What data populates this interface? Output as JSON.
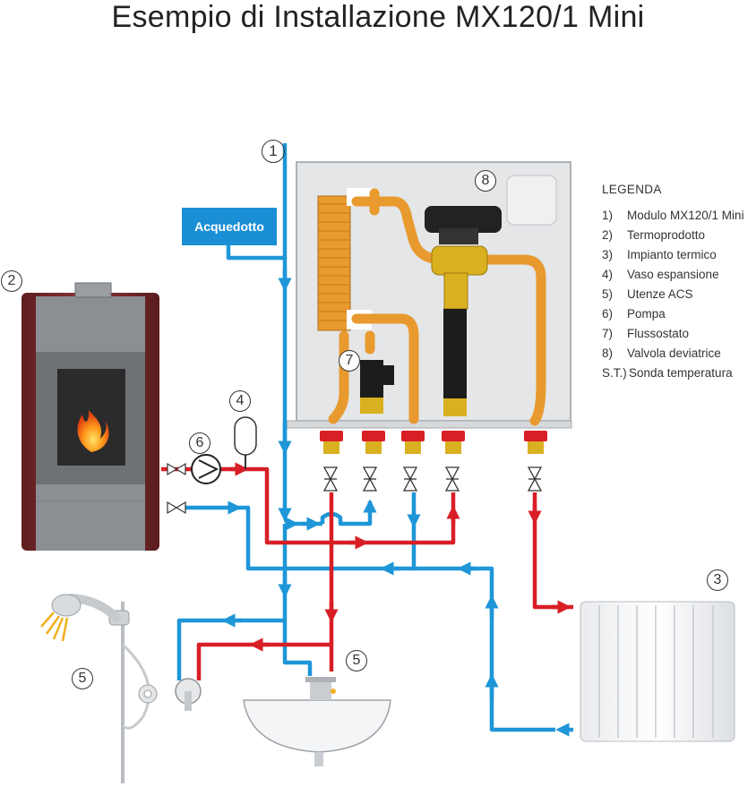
{
  "title": "Esempio di Installazione MX120/1 Mini",
  "acquedotto_label": "Acquedotto",
  "legend": {
    "heading": "LEGENDA",
    "items": [
      {
        "num": "1)",
        "label": "Modulo MX120/1 Mini"
      },
      {
        "num": "2)",
        "label": "Termoprodotto"
      },
      {
        "num": "3)",
        "label": "Impianto termico"
      },
      {
        "num": "4)",
        "label": "Vaso espansione"
      },
      {
        "num": "5)",
        "label": "Utenze ACS"
      },
      {
        "num": "6)",
        "label": "Pompa"
      },
      {
        "num": "7)",
        "label": "Flussostato"
      },
      {
        "num": "8)",
        "label": "Valvola deviatrice"
      },
      {
        "num": "S.T.)",
        "label": "Sonda temperatura"
      }
    ]
  },
  "markers": {
    "m1": "1",
    "m2": "2",
    "m3": "3",
    "m4": "4",
    "m5a": "5",
    "m5b": "5",
    "m6": "6",
    "m7": "7",
    "m8": "8"
  },
  "colors": {
    "hot": "#d81f26",
    "cold": "#1e96d8",
    "pipe_orange": "#e89a2e",
    "stove_body": "#7a2a2c",
    "plate": "#e4e6e8"
  }
}
